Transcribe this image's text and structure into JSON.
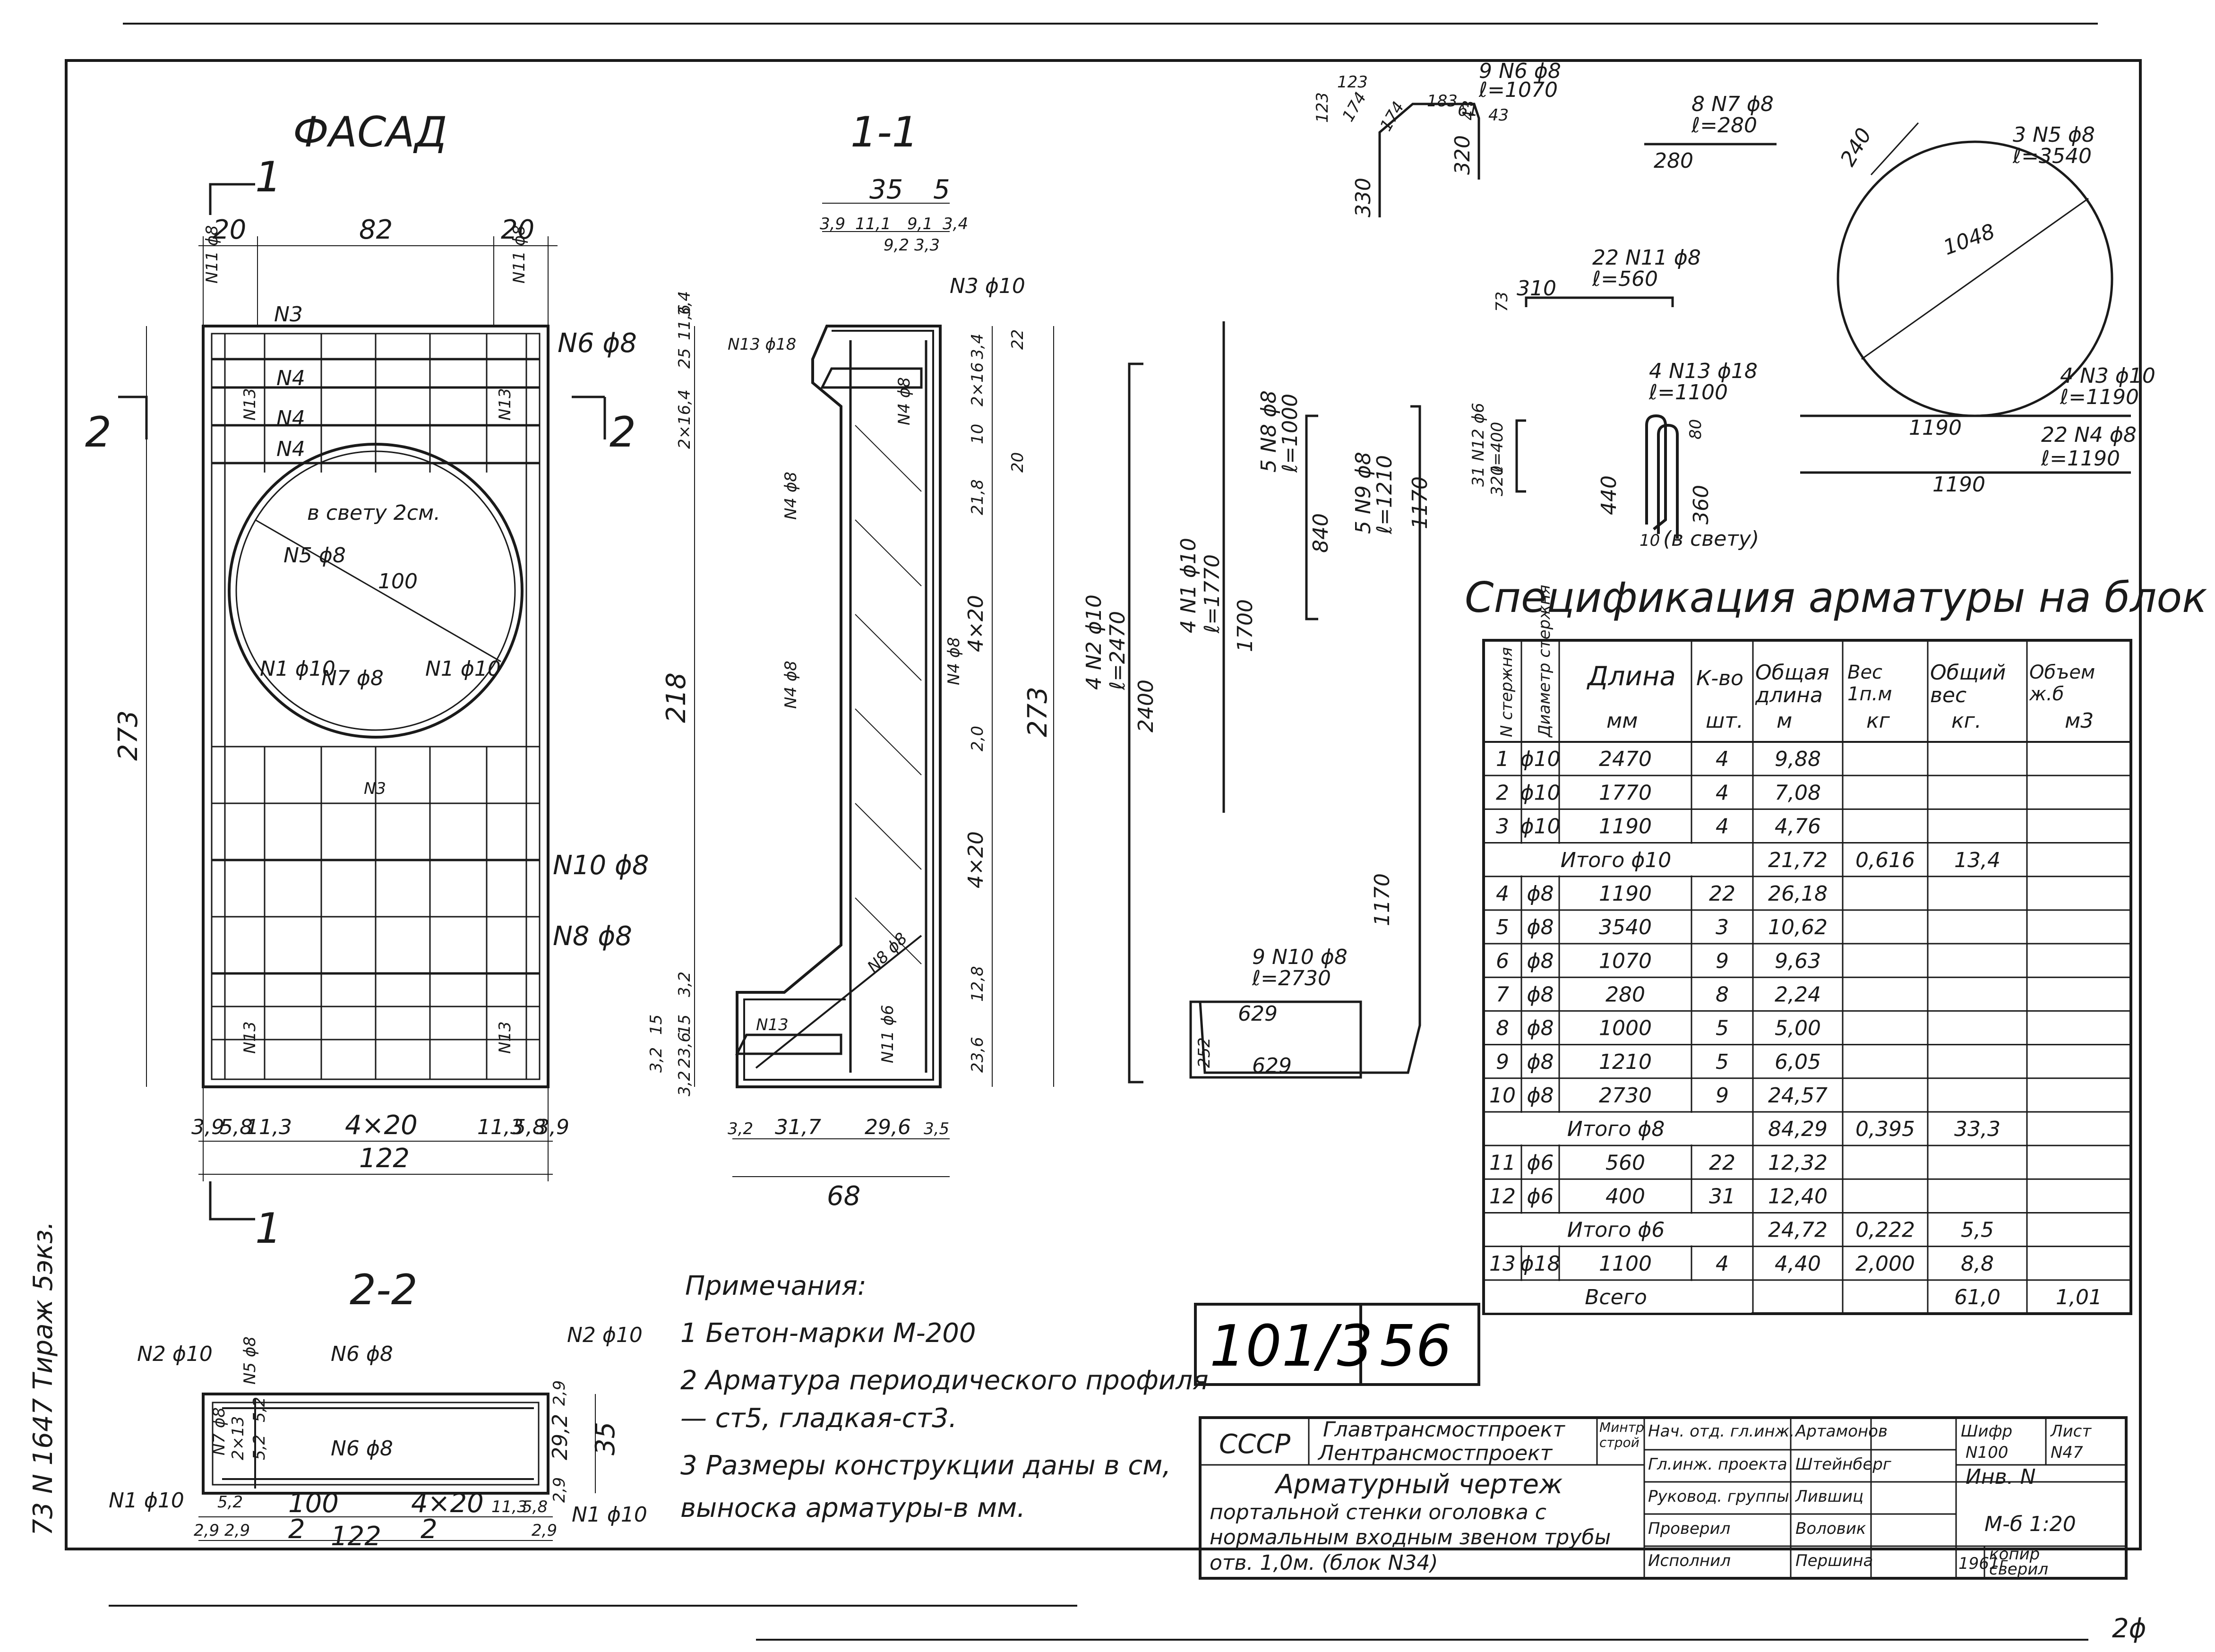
{
  "views": {
    "facade": {
      "title": "ФАСАД",
      "cut_top": "1",
      "cut_bottom": "1",
      "cut_left": "2",
      "cut_right": "2",
      "dims": {
        "top_left": "20",
        "top_mid": "82",
        "top_right": "20",
        "height": "273",
        "bottom_width": "122",
        "bottom_chain": [
          "3,9",
          "5,8",
          "11,3",
          "4×20",
          "11,3",
          "5,8",
          "3,9"
        ]
      },
      "labels": {
        "n3": "N3",
        "n4a": "N4",
        "n4b": "N4",
        "n4c": "N4",
        "n6": "N6 ϕ8",
        "n11a": "N11 ϕ8",
        "n11b": "N11 ϕ8",
        "n13a": "N13",
        "n13b": "N13",
        "clear": "в свету 2см.",
        "n5": "N5 ϕ8",
        "d100": "100",
        "n1a": "N1 ϕ10",
        "n1b": "N1 ϕ10",
        "n7": "N7 ϕ8",
        "n10": "N10 ϕ8",
        "n8": "N8 ϕ8",
        "n13c": "N13",
        "n13d": "N13",
        "n3b": "N3"
      }
    },
    "section11": {
      "title": "1-1",
      "dims": {
        "top_a": "35",
        "top_b": "5",
        "t1": "3,9",
        "t2": "11,1",
        "t3": "9,1",
        "t4": "3,4",
        "t5": "9,2",
        "t6": "3,3",
        "right_a": "2×16,4",
        "right_b": "11,6",
        "right_c": "3,4",
        "right_d": "25",
        "r22": "22",
        "r2x16": "2×16",
        "r10": "10",
        "r20": "20",
        "r21": "21,8",
        "r4x20a": "4×20",
        "r2": "2,0",
        "r4x20b": "4×20",
        "r128": "12,8",
        "r236": "23,6",
        "r34": "3,4",
        "h273": "273",
        "h218": "218",
        "left_a": "3,2",
        "left_b": "15",
        "left_c": "15",
        "left_d": "23,6",
        "left_e": "3,2",
        "left_f": "3,2",
        "bot_a": "3,2",
        "bot_b": "31,7",
        "bot_c": "29,6",
        "bot_d": "3,5",
        "bot_total": "68"
      },
      "labels": {
        "n3": "N3 ϕ10",
        "n13a": "N13 ϕ18",
        "n4a": "N4 ϕ8",
        "n4b": "N4 ϕ8",
        "n4c": "N4 ϕ8",
        "n4d": "N4 ϕ8",
        "n8": "N8 ϕ8",
        "n13b": "N13",
        "n11": "N11 ϕ6"
      }
    },
    "section22": {
      "title": "2-2",
      "dims": {
        "w100": "100",
        "w122": "122",
        "w4x20": "4×20",
        "d2a": "2",
        "d2b": "2",
        "h35": "35",
        "h292": "29,2",
        "h29a": "2,9",
        "h29b": "2,9",
        "c1": "2,9",
        "c2": "5,2",
        "c3": "2,9",
        "c4": "11,3",
        "c5": "5,8",
        "c6": "2,9",
        "c7": "5,2",
        "c8": "2×13",
        "c9": "5,2"
      },
      "labels": {
        "n2a": "N2 ϕ10",
        "n5": "N5 ϕ8",
        "n6a": "N6 ϕ8",
        "n2b": "N2 ϕ10",
        "n6b": "N6 ϕ8",
        "n1a": "N1 ϕ10",
        "n1b": "N1 ϕ10",
        "n7": "N7 ϕ8"
      }
    }
  },
  "bars": {
    "b1": {
      "label": "4 N1 ϕ10",
      "len": "ℓ=1770",
      "dim": "1700"
    },
    "b2": {
      "label": "4 N2 ϕ10",
      "len": "ℓ=2470",
      "dim": "2400"
    },
    "b8": {
      "label": "5 N8 ϕ8",
      "len": "ℓ=1000",
      "dim": "840"
    },
    "b9": {
      "label": "5 N9 ϕ8",
      "len": "ℓ=1210",
      "dim": "1170",
      "dim2": "1170"
    },
    "b10": {
      "label": "9 N10 ϕ8",
      "len": "ℓ=2730",
      "d1": "629",
      "d2": "629",
      "d3": "252"
    },
    "b6": {
      "label": "9 N6 ϕ8",
      "len": "ℓ=1070",
      "d1": "123",
      "d2": "123",
      "d3": "174",
      "d4": "174",
      "d5": "183",
      "d6": "61",
      "d7": "43",
      "d8": "43",
      "d9": "330",
      "d10": "320"
    },
    "b7": {
      "label": "8 N7 ϕ8",
      "len": "ℓ=280",
      "dim": "280"
    },
    "b11": {
      "label": "22 N11 ϕ8",
      "len": "ℓ=560",
      "d1": "310",
      "d2": "73"
    },
    "b12": {
      "label": "31 N12 ϕ6",
      "len": "ℓ=400",
      "dim": "320"
    },
    "b13": {
      "label": "4 N13 ϕ18",
      "len": "ℓ=1100",
      "d1": "440",
      "d2": "360",
      "d3": "80",
      "d4": "10",
      "clear": "(в свету)"
    },
    "b5": {
      "label": "3 N5 ϕ8",
      "len": "ℓ=3540",
      "d1": "240",
      "d2": "1048"
    },
    "b3": {
      "label": "4 N3 ϕ10",
      "len": "ℓ=1190",
      "dim": "1190"
    },
    "b4": {
      "label": "22 N4 ϕ8",
      "len": "ℓ=1190",
      "dim": "1190"
    }
  },
  "spec": {
    "title": "Спецификация арматуры на блок",
    "headers": {
      "n": "N стержня",
      "diam": "Диаметр стержня",
      "len": "Длина",
      "len_u": "мм",
      "qty": "К-во",
      "qty_u": "шт.",
      "total": "Общая длина",
      "total_u": "м",
      "w1": "Вес 1п.м",
      "w1_u": "кг",
      "wtot": "Общий вес",
      "wtot_u": "кг.",
      "vol": "Объем ж.б",
      "vol_u": "м3"
    },
    "rows": [
      {
        "type": "row",
        "n": "1",
        "d": "ϕ10",
        "len": "2470",
        "qty": "4",
        "total": "9,88",
        "w1": "",
        "wt": "",
        "vol": ""
      },
      {
        "type": "row",
        "n": "2",
        "d": "ϕ10",
        "len": "1770",
        "qty": "4",
        "total": "7,08",
        "w1": "",
        "wt": "",
        "vol": ""
      },
      {
        "type": "row",
        "n": "3",
        "d": "ϕ10",
        "len": "1190",
        "qty": "4",
        "total": "4,76",
        "w1": "",
        "wt": "",
        "vol": ""
      },
      {
        "type": "sum",
        "label": "Итого ϕ10",
        "total": "21,72",
        "w1": "0,616",
        "wt": "13,4",
        "vol": ""
      },
      {
        "type": "row",
        "n": "4",
        "d": "ϕ8",
        "len": "1190",
        "qty": "22",
        "total": "26,18",
        "w1": "",
        "wt": "",
        "vol": ""
      },
      {
        "type": "row",
        "n": "5",
        "d": "ϕ8",
        "len": "3540",
        "qty": "3",
        "total": "10,62",
        "w1": "",
        "wt": "",
        "vol": ""
      },
      {
        "type": "row",
        "n": "6",
        "d": "ϕ8",
        "len": "1070",
        "qty": "9",
        "total": "9,63",
        "w1": "",
        "wt": "",
        "vol": ""
      },
      {
        "type": "row",
        "n": "7",
        "d": "ϕ8",
        "len": "280",
        "qty": "8",
        "total": "2,24",
        "w1": "",
        "wt": "",
        "vol": ""
      },
      {
        "type": "row",
        "n": "8",
        "d": "ϕ8",
        "len": "1000",
        "qty": "5",
        "total": "5,00",
        "w1": "",
        "wt": "",
        "vol": ""
      },
      {
        "type": "row",
        "n": "9",
        "d": "ϕ8",
        "len": "1210",
        "qty": "5",
        "total": "6,05",
        "w1": "",
        "wt": "",
        "vol": ""
      },
      {
        "type": "row",
        "n": "10",
        "d": "ϕ8",
        "len": "2730",
        "qty": "9",
        "total": "24,57",
        "w1": "",
        "wt": "",
        "vol": ""
      },
      {
        "type": "sum",
        "label": "Итого ϕ8",
        "total": "84,29",
        "w1": "0,395",
        "wt": "33,3",
        "vol": ""
      },
      {
        "type": "row",
        "n": "11",
        "d": "ϕ6",
        "len": "560",
        "qty": "22",
        "total": "12,32",
        "w1": "",
        "wt": "",
        "vol": ""
      },
      {
        "type": "row",
        "n": "12",
        "d": "ϕ6",
        "len": "400",
        "qty": "31",
        "total": "12,40",
        "w1": "",
        "wt": "",
        "vol": ""
      },
      {
        "type": "sum",
        "label": "Итого ϕ6",
        "total": "24,72",
        "w1": "0,222",
        "wt": "5,5",
        "vol": ""
      },
      {
        "type": "row",
        "n": "13",
        "d": "ϕ18",
        "len": "1100",
        "qty": "4",
        "total": "4,40",
        "w1": "2,000",
        "wt": "8,8",
        "vol": ""
      },
      {
        "type": "sum",
        "label": "Всего",
        "total": "",
        "w1": "",
        "wt": "61,0",
        "vol": "1,01"
      }
    ]
  },
  "notes": {
    "title": "Примечания:",
    "items": [
      "1 Бетон-марки М-200",
      "2 Арматура периодического профиля",
      "— ст5, гладкая-ст3.",
      "3 Размеры конструкции даны в см,",
      "выноска арматуры-в мм."
    ]
  },
  "stamp": {
    "code": "101/3",
    "sheet_no": "56",
    "country": "СССР",
    "org1": "Главтрансмостпроект",
    "org2": "Лентрансмостпроект",
    "ministry": "Минтранс-строй",
    "title1": "Арматурный чертеж",
    "title2": "портальной стенки оголовка с",
    "title3": "нормальным входным звеном трубы",
    "title4": "отв. 1,0м. (блок N34)",
    "role1": "Нач. отд. гл.инж.",
    "name1": "Артамонов",
    "role2": "Гл.инж. проекта",
    "name2": "Штейнберг",
    "role3": "Руковод. группы",
    "name3": "Лившиц",
    "role4": "Проверил",
    "name4": "Воловик",
    "role5": "Исполнил",
    "name5": "Першина",
    "code_label": "Шифр",
    "code_val": "N100",
    "sheet_label": "Лист",
    "sheet_val": "N47",
    "inv": "Инв. N",
    "scale": "М-б 1:20",
    "year": "1961г.",
    "copy": "копир",
    "checked": "сверил"
  },
  "margin": {
    "text": "73 N 1647 Тираж 5экз.",
    "page": "2ϕ"
  }
}
